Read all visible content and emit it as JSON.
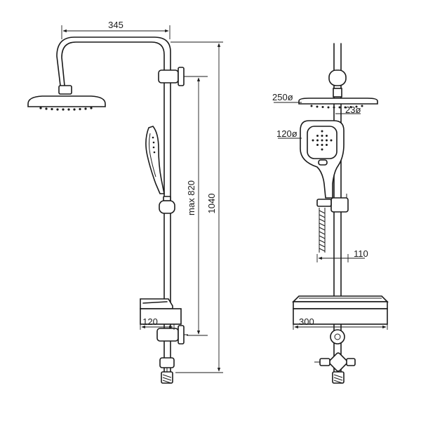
{
  "drawing": {
    "front_view": {
      "dim_head_arm_width": "345",
      "dim_slide_range": "max 820",
      "dim_total_height": "1040",
      "dim_shelf_depth": "120"
    },
    "side_view": {
      "dim_head_diameter": "250ø",
      "dim_head_neck": "23ø",
      "dim_handshower_diameter": "120ø",
      "dim_holder_offset": "110",
      "dim_shelf_width": "300"
    }
  }
}
